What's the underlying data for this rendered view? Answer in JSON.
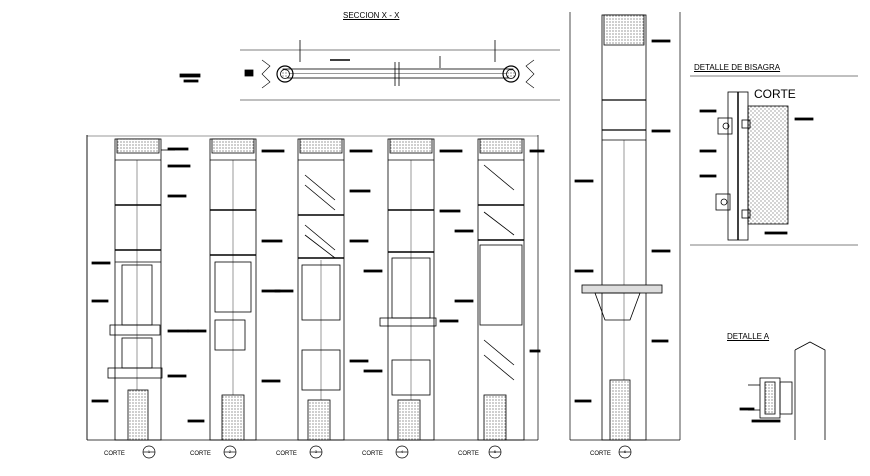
{
  "titles": {
    "section": "SECCION X - X",
    "hinge_detail": "DETALLE DE BISAGRA",
    "hinge_cut": "CORTE",
    "detail_a": "DETALLE A"
  },
  "cuts": [
    {
      "label": "CORTE",
      "number": "1"
    },
    {
      "label": "CORTE",
      "number": "2"
    },
    {
      "label": "CORTE",
      "number": "3"
    },
    {
      "label": "CORTE",
      "number": "4"
    },
    {
      "label": "CORTE",
      "number": "5"
    },
    {
      "label": "CORTE",
      "number": "6"
    }
  ],
  "colors": {
    "line": "#000000",
    "background": "#ffffff"
  }
}
